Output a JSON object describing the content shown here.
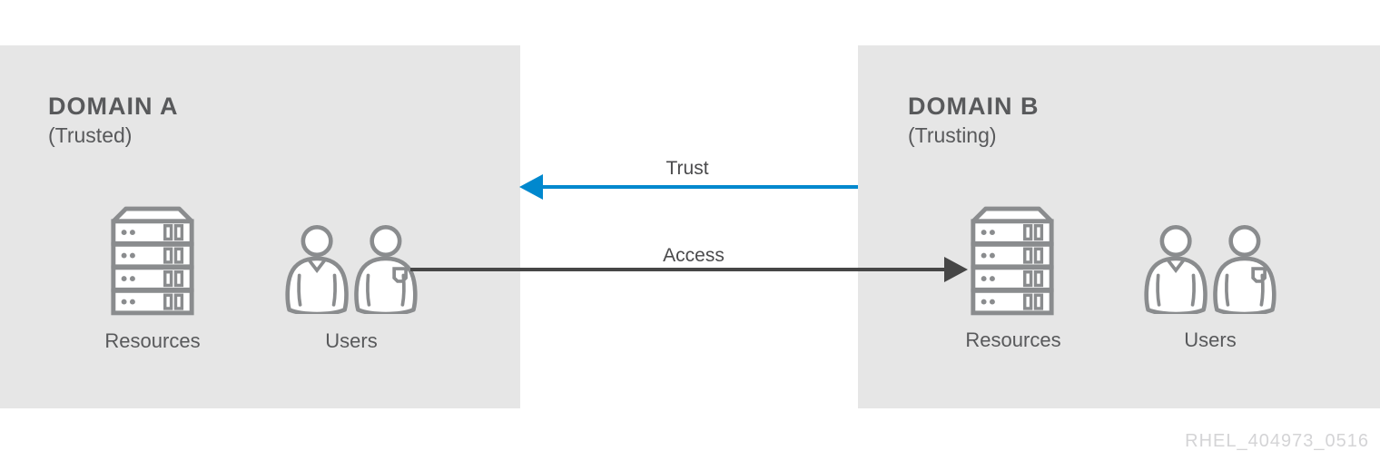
{
  "diagram": {
    "title_hint": "Cross-domain trust and access diagram",
    "domain_a": {
      "title": "DOMAIN A",
      "subtitle": "(Trusted)",
      "resources_label": "Resources",
      "users_label": "Users"
    },
    "domain_b": {
      "title": "DOMAIN B",
      "subtitle": "(Trusting)",
      "resources_label": "Resources",
      "users_label": "Users"
    },
    "arrows": {
      "trust": {
        "label": "Trust",
        "color": "#0088ce",
        "direction": "right-to-left",
        "from": "DOMAIN B",
        "to": "DOMAIN A"
      },
      "access": {
        "label": "Access",
        "color": "#464646",
        "direction": "left-to-right",
        "from": "DOMAIN A Users",
        "to": "DOMAIN B Resources"
      }
    },
    "watermark": "RHEL_404973_0516",
    "colors": {
      "panel_bg": "#e6e6e6",
      "icon_stroke": "#8a8c8e",
      "text": "#58595b",
      "trust_blue": "#0088ce",
      "access_dark": "#464646",
      "watermark_gray": "#d4d4d6"
    }
  }
}
